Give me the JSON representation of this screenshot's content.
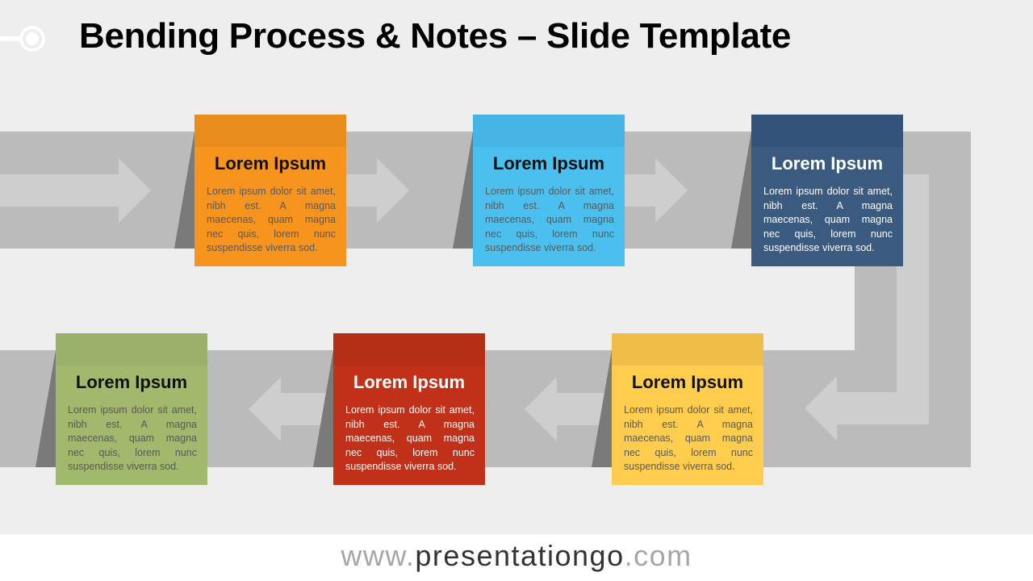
{
  "title": "Bending Process & Notes – Slide Template",
  "notes": [
    {
      "title": "Lorem Ipsum",
      "text": "Lorem ipsum dolor sit amet, nibh est. A magna maecenas, quam magna nec quis, lorem nunc suspendisse viverra sod.",
      "head_color": "#e98c1e",
      "body_color": "#f7941d",
      "title_color": "#111111",
      "text_color": "#595959"
    },
    {
      "title": "Lorem Ipsum",
      "text": "Lorem ipsum dolor sit amet, nibh est. A magna maecenas, quam magna nec quis, lorem nunc suspendisse viverra sod.",
      "head_color": "#47b5e4",
      "body_color": "#4bc0ef",
      "title_color": "#111111",
      "text_color": "#595959"
    },
    {
      "title": "Lorem Ipsum",
      "text": "Lorem ipsum dolor sit amet, nibh est. A magna maecenas, quam magna nec quis, lorem nunc suspendisse viverra sod.",
      "head_color": "#34537a",
      "body_color": "#3a5a80",
      "title_color": "#ffffff",
      "text_color": "#ffffff"
    },
    {
      "title": "Lorem Ipsum",
      "text": "Lorem ipsum dolor sit amet, nibh est. A magna maecenas, quam magna nec quis, lorem nunc suspendisse viverra sod.",
      "head_color": "#f0be48",
      "body_color": "#fecd4e",
      "title_color": "#111111",
      "text_color": "#595959"
    },
    {
      "title": "Lorem Ipsum",
      "text": "Lorem ipsum dolor sit amet, nibh est. A magna maecenas, quam magna nec quis, lorem nunc suspendisse viverra sod.",
      "head_color": "#b52e16",
      "body_color": "#c1311a",
      "title_color": "#ffffff",
      "text_color": "#ffffff"
    },
    {
      "title": "Lorem Ipsum",
      "text": "Lorem ipsum dolor sit amet, nibh est. A magna maecenas, quam magna nec quis, lorem nunc suspendisse viverra sod.",
      "head_color": "#9bb06a",
      "body_color": "#a2b86c",
      "title_color": "#111111",
      "text_color": "#595959"
    }
  ],
  "footer": {
    "prefix": "www.",
    "brand": "presentationgo",
    "suffix": ".com"
  },
  "colors": {
    "band": "#bbbbbb",
    "arrow": "#cecece",
    "shadow": "#7a7a7a",
    "background": "#efeeef"
  }
}
